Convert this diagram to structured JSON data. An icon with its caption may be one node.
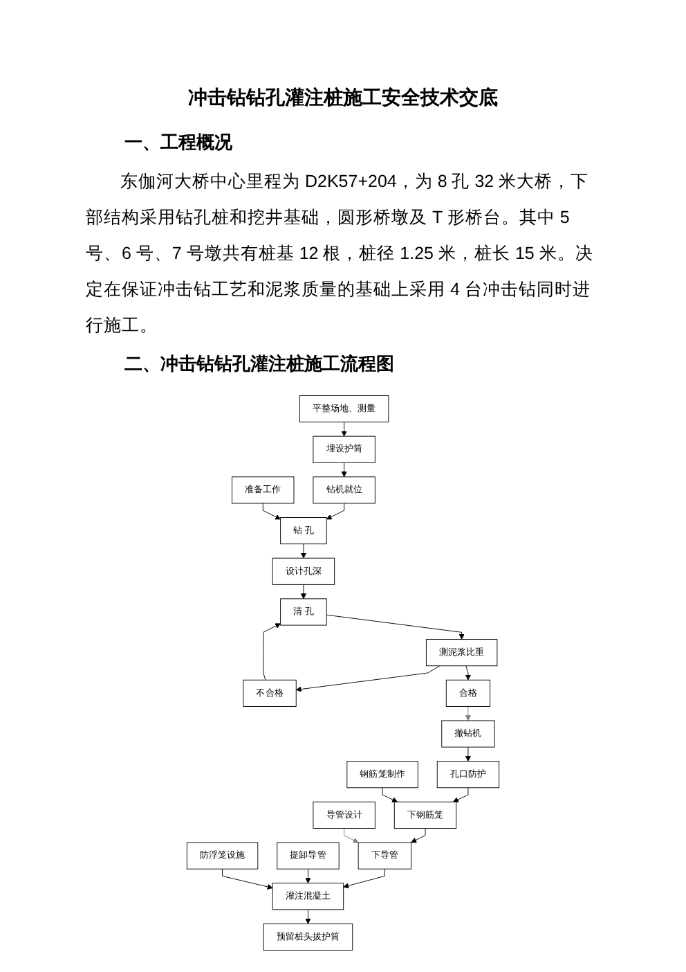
{
  "diagram": {
    "title": "冲击钻钻孔灌注桩施工安全技术交底",
    "nodes": [
      {
        "text": [
          "平整场地、测量"
        ]
      },
      {
        "text": [
          "埋设护筒"
        ]
      },
      {
        "text": [
          "钻机就位"
        ]
      },
      {
        "text": [
          "准备工作"
        ]
      },
      {
        "text": [
          "钻 孔"
        ]
      },
      {
        "text": [
          "设计孔深"
        ]
      },
      {
        "text": [
          "清 孔"
        ]
      },
      {
        "text": [
          "不合格"
        ]
      },
      {
        "text": [
          "测泥浆比重"
        ]
      },
      {
        "text": [
          "撤钻机"
        ]
      },
      {
        "text": [
          "合格"
        ]
      },
      {
        "text": [
          "孔口防护"
        ]
      },
      {
        "text": [
          "钢筋笼制作"
        ]
      },
      {
        "text": [
          "下钢筋笼"
        ]
      },
      {
        "text": [
          "导管设计"
        ]
      },
      {
        "text": [
          "下导管"
        ]
      },
      {
        "text": [
          "提卸导管"
        ]
      },
      {
        "text": [
          "灌注混凝土"
        ]
      },
      {
        "text": [
          "防浮笼设施"
        ]
      },
      {
        "text": [
          "预留桩头拔护筒"
        ]
      }
    ],
    "edges": [
      {
        "from": 0,
        "to": 1,
        "arrow": "to"
      },
      {
        "from": 1,
        "to": 2,
        "arrow": "to"
      },
      {
        "from": 2,
        "to": 4,
        "arrow": "to"
      },
      {
        "from": 3,
        "to": 4,
        "arrow": "to"
      },
      {
        "from": 4,
        "to": 5,
        "arrow": "to"
      },
      {
        "from": 5,
        "to": 6,
        "arrow": "to"
      },
      {
        "from": 7,
        "to": 6,
        "arrow": "to"
      },
      {
        "from": 6,
        "to": 8,
        "arrow": "to"
      },
      {
        "from": 8,
        "to": 7,
        "arrow": "to"
      },
      {
        "from": 8,
        "to": 10,
        "arrow": "to"
      },
      {
        "from": 10,
        "to": 9,
        "arrow": "to",
        "color": "#808080"
      },
      {
        "from": 9,
        "to": 11,
        "arrow": "to"
      },
      {
        "from": 11,
        "to": 13,
        "arrow": "to"
      },
      {
        "from": 12,
        "to": 13,
        "arrow": "to"
      },
      {
        "from": 13,
        "to": 15,
        "arrow": "to"
      },
      {
        "from": 14,
        "to": 15,
        "arrow": "to",
        "color": "#808080"
      },
      {
        "from": 15,
        "to": 17,
        "arrow": "to"
      },
      {
        "from": 16,
        "to": 17,
        "arrow": "to"
      },
      {
        "from": 18,
        "to": 17,
        "arrow": "to"
      },
      {
        "from": 17,
        "to": 19,
        "arrow": "to"
      }
    ],
    "labels": [
      "一、工程概况",
      "东伽河大桥中心里程为 D2K57+204，为 8 孔 32 米大桥，下部结构采用钻孔桩和挖井基础，圆形桥墩及 T 形桥台。其中 5 号、6 号、7 号墩共有桩基 12 根，桩径 1.25 米，桩长 15 米。决定在保证冲击钻工艺和泥浆质量的基础上采用 4 台冲击钻同时进行施工。",
      "二、冲击钻钻孔灌注桩施工流程图"
    ]
  }
}
